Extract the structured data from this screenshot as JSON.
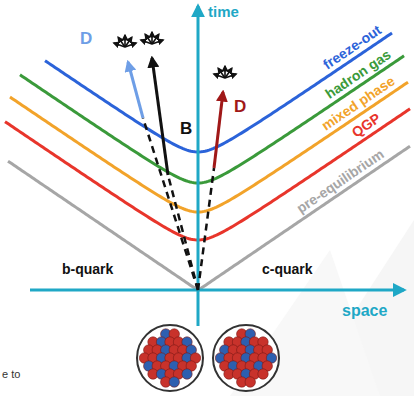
{
  "diagram": {
    "labels": [
      "time",
      "freeze-out",
      "hadron gas",
      "mixed phase",
      "QGP",
      "pre-equilibrium",
      "D",
      "B",
      "D",
      "b-quark",
      "c-quark",
      "space",
      "e to"
    ]
  }
}
